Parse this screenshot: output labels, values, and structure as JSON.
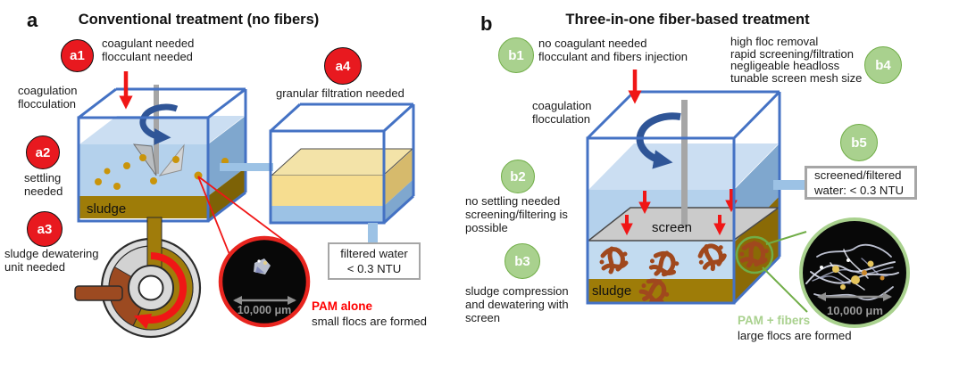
{
  "figure": {
    "panel_a": {
      "label": "a",
      "title": "Conventional treatment (no fibers)",
      "badges": {
        "a1": "a1",
        "a2": "a2",
        "a3": "a3",
        "a4": "a4"
      },
      "notes": {
        "a1": "coagulant needed\nflocculant needed",
        "coagulation": "coagulation\nflocculation",
        "a2": "settling\nneeded",
        "a3": "sludge dewatering\nunit needed",
        "a4": "granular filtration needed",
        "sludge": "sludge",
        "filtered_water": "filtered water\n< 0.3 NTU",
        "scale_bar": "10,000 μm",
        "floc_label": "PAM alone",
        "floc_sublabel": "small flocs are formed"
      }
    },
    "panel_b": {
      "label": "b",
      "title": "Three-in-one fiber-based treatment",
      "badges": {
        "b1": "b1",
        "b2": "b2",
        "b3": "b3",
        "b4": "b4",
        "b5": "b5"
      },
      "notes": {
        "b1": "no coagulant needed\nflocculant and fibers injection",
        "b4": "high floc removal\nrapid screening/filtration\nnegligeable headloss\ntunable screen mesh size",
        "coagulation": "coagulation\nflocculation",
        "b2": "no settling needed\nscreening/filtering is\npossible",
        "b3": "sludge compression\nand dewatering with\nscreen",
        "screen": "screen",
        "sludge": "sludge",
        "screened_water": "screened/filtered\nwater: < 0.3 NTU",
        "scale_bar": "10,000 μm",
        "floc_label": "PAM + fibers",
        "floc_sublabel": "large flocs are formed"
      }
    },
    "colors": {
      "badge_red": "#E8191F",
      "badge_green": "#A9D18E",
      "badge_green_border": "#70AD47",
      "tank_outline_blue": "#4472C4",
      "water_blue": "#B4D1EC",
      "water_side_blue": "#7FA7CE",
      "sludge_gold": "#9E7C08",
      "sand_tan": "#F3E3A8",
      "pipe_blue": "#9CC2E5",
      "fiber_brown": "#A0481D",
      "screen_gray": "#CBCBCB",
      "accent_red": "#FF0000",
      "stir_arrow_blue": "#2F5597",
      "box_border_gray": "#A6A6A6"
    }
  }
}
